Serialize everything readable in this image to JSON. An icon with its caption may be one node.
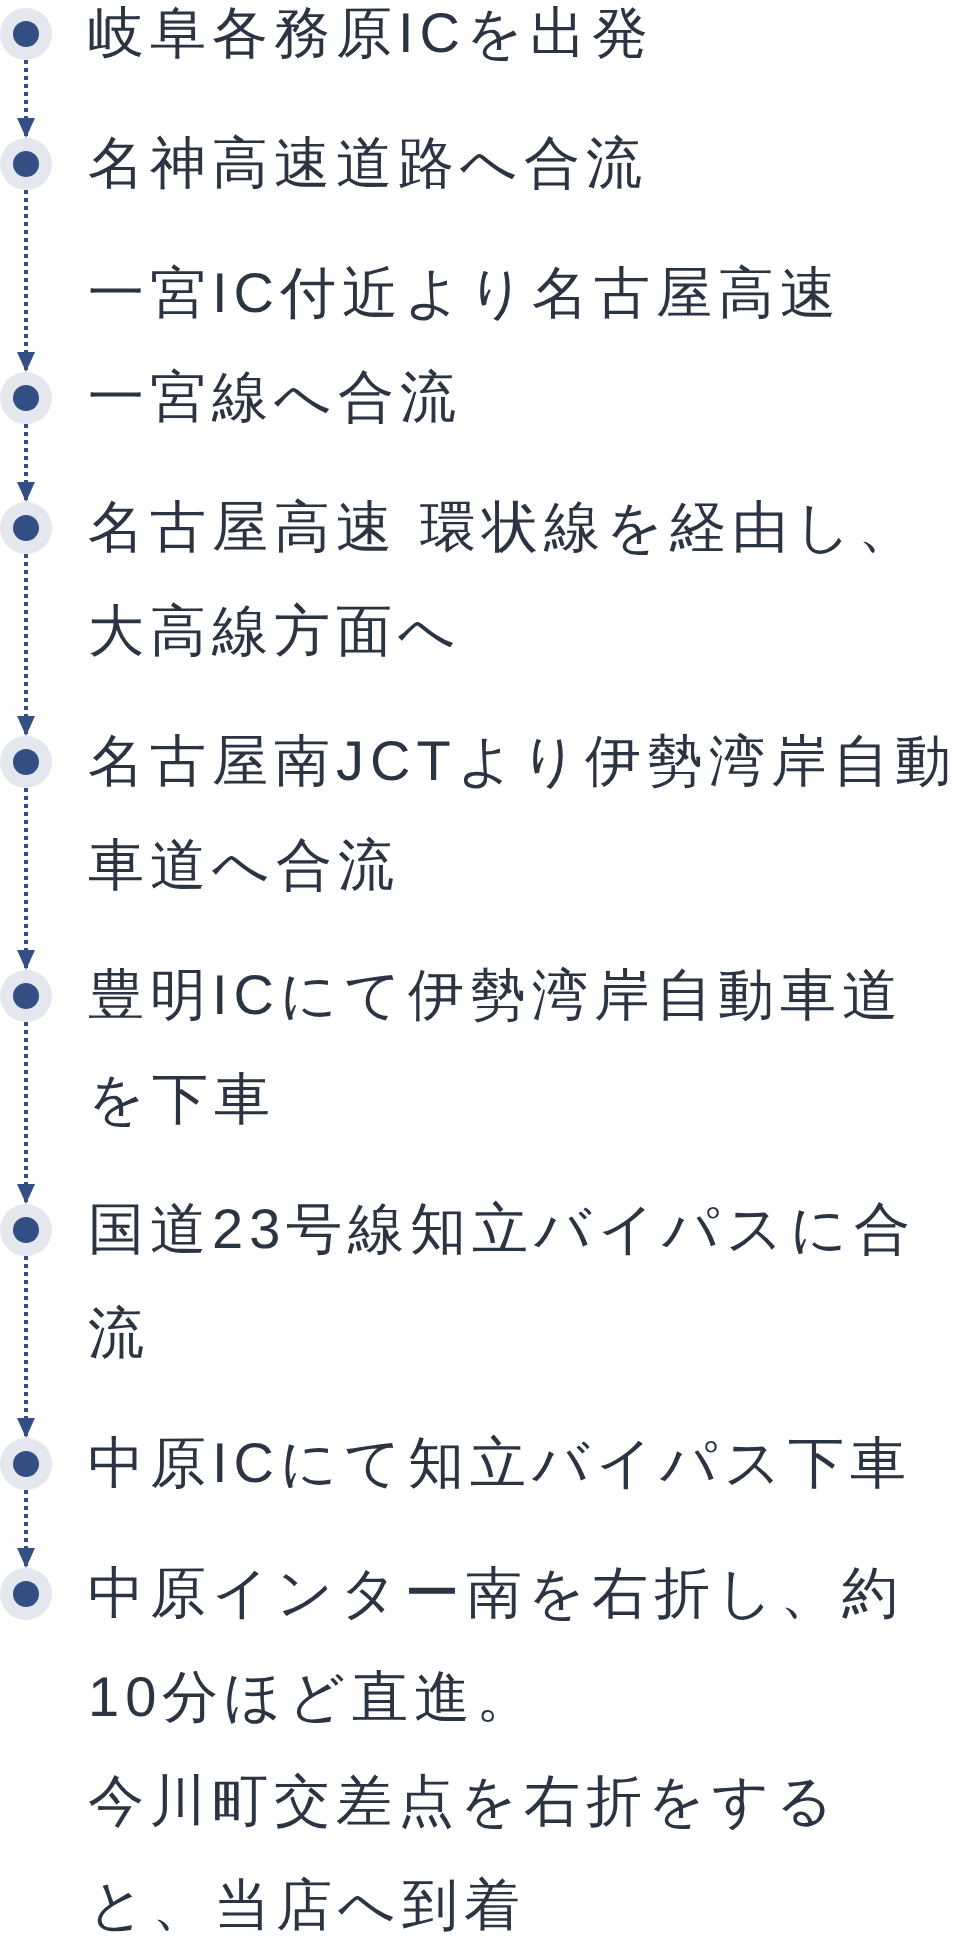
{
  "diagram": {
    "nodes": [
      {
        "text": [],
        "shape": "circle",
        "beside": [
          "岐阜各務原ICを出発"
        ]
      },
      {
        "text": [],
        "shape": "circle",
        "beside": [
          "名神高速道路へ合流"
        ]
      },
      {
        "text": [],
        "shape": "circle",
        "beside": [
          "一宮IC付近より名古屋高速一宮線へ合流"
        ]
      },
      {
        "text": [],
        "shape": "circle",
        "beside": [
          "名古屋高速 環状線を経由し、大高線方面へ"
        ]
      },
      {
        "text": [],
        "shape": "circle",
        "beside": [
          "名古屋南JCTより伊勢湾岸自動車道へ合流"
        ]
      },
      {
        "text": [],
        "shape": "circle",
        "beside": [
          "豊明ICにて伊勢湾岸自動車道を下車"
        ]
      },
      {
        "text": [],
        "shape": "circle",
        "beside": [
          "国道23号線知立バイパスに合流"
        ]
      },
      {
        "text": [],
        "shape": "circle",
        "beside": [
          "中原ICにて知立バイパス下車"
        ]
      },
      {
        "text": [],
        "shape": "circle",
        "beside": [
          "中原インター南を右折し、約10分ほど直進。",
          "今川町交差点を右折をすると、当店へ到着"
        ]
      }
    ],
    "edges": [
      {
        "from": 0,
        "to": 1,
        "arrow": "to"
      },
      {
        "from": 1,
        "to": 2,
        "arrow": "to"
      },
      {
        "from": 2,
        "to": 3,
        "arrow": "to"
      },
      {
        "from": 3,
        "to": 4,
        "arrow": "to"
      },
      {
        "from": 4,
        "to": 5,
        "arrow": "to"
      },
      {
        "from": 5,
        "to": 6,
        "arrow": "to"
      },
      {
        "from": 6,
        "to": 7,
        "arrow": "to"
      },
      {
        "from": 7,
        "to": 8,
        "arrow": "to"
      }
    ]
  }
}
